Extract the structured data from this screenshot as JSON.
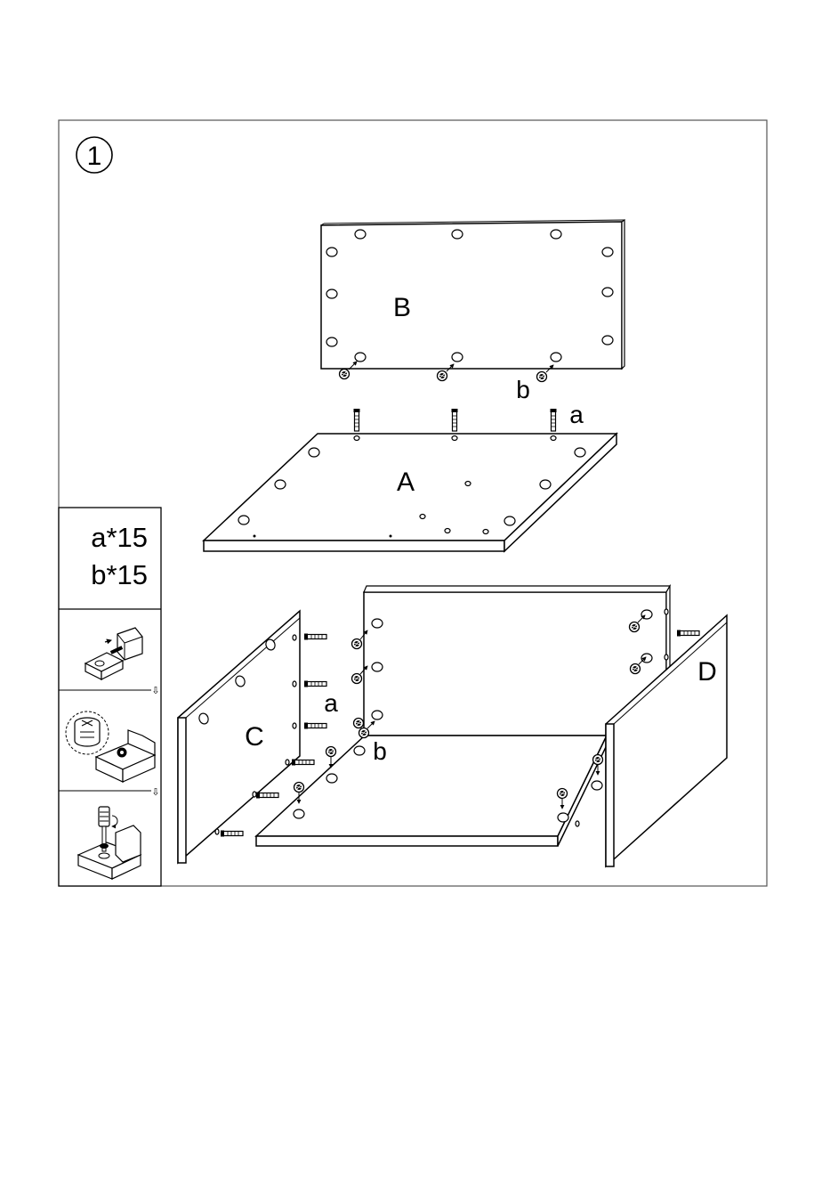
{
  "step": {
    "number": "1"
  },
  "panels": {
    "a": "A",
    "b": "B",
    "c": "C",
    "d": "D"
  },
  "hardware": {
    "dowel_label": "a",
    "cam_label": "b"
  },
  "quantities": {
    "dowel": "a*15",
    "cam": "b*15"
  },
  "inset_sequence_arrow": "⇩"
}
